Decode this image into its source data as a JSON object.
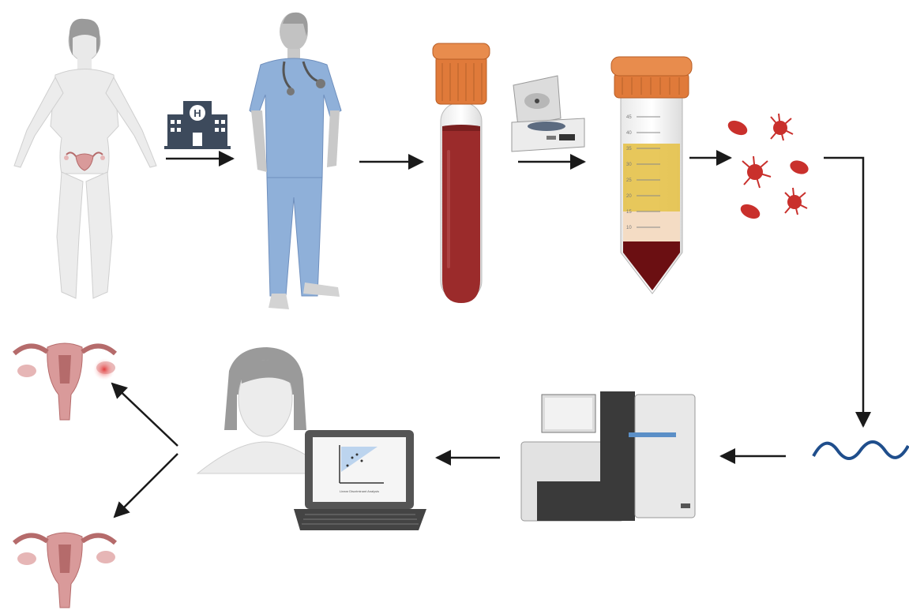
{
  "diagram": {
    "steps": [
      {
        "id": "patient",
        "icon": "female-patient-with-uterus-icon"
      },
      {
        "id": "hospital",
        "icon": "hospital-icon"
      },
      {
        "id": "clinician",
        "icon": "nurse-icon"
      },
      {
        "id": "blood-tube",
        "icon": "blood-collection-tube-icon"
      },
      {
        "id": "centrifuge",
        "icon": "centrifuge-icon"
      },
      {
        "id": "separated-sample",
        "icon": "centrifuge-tube-separated-plasma-icon"
      },
      {
        "id": "blood-cells",
        "icon": "red-cells-and-platelets-icon"
      },
      {
        "id": "rna",
        "icon": "rna-strand-icon"
      },
      {
        "id": "sequencer",
        "icon": "sequencing-machine-icon"
      },
      {
        "id": "analyst",
        "icon": "researcher-with-laptop-icon"
      },
      {
        "id": "outcome-disease",
        "icon": "uterus-with-lesion-icon"
      },
      {
        "id": "outcome-healthy",
        "icon": "healthy-uterus-icon"
      }
    ],
    "laptop_screen_caption": "Linear Discriminant Analysis",
    "tube_scale_marks": [
      "45",
      "40",
      "35",
      "30",
      "25",
      "20",
      "15",
      "10"
    ],
    "colors": {
      "arrow": "#1a1a1a",
      "scrubs": "#8fb0d9",
      "blood": "#9b2b2b",
      "cap": "#e07a3a",
      "plasma": "#e6c24a",
      "cells": "#c9302c",
      "rna": "#1f4e8c",
      "skin": "#e9e9e9",
      "uterus": "#d99a9a"
    }
  }
}
